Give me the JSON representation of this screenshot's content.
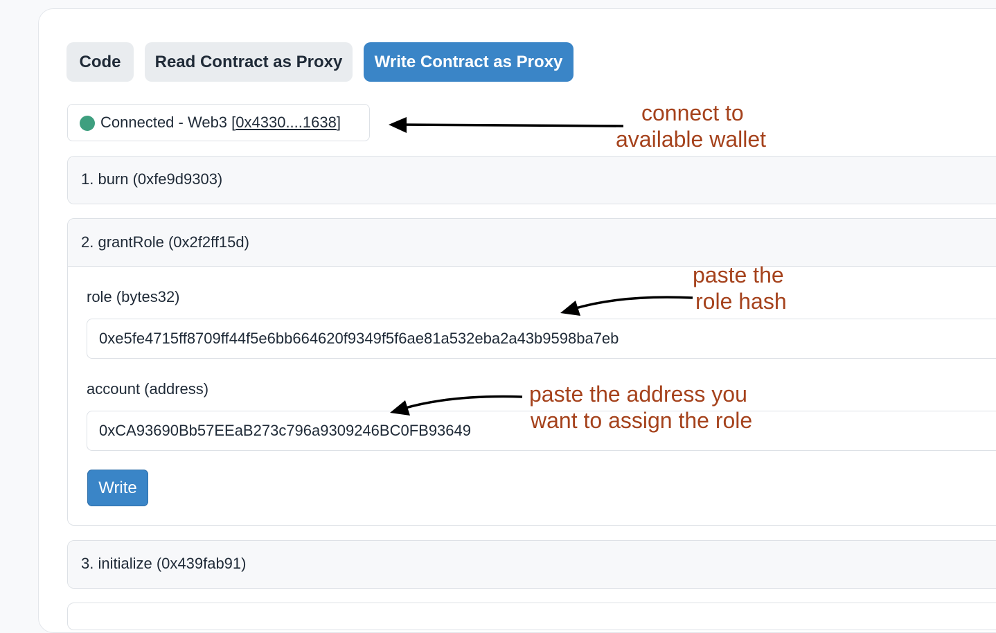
{
  "tabs": [
    {
      "label": "Code",
      "active": false
    },
    {
      "label": "Read Contract as Proxy",
      "active": false
    },
    {
      "label": "Write Contract as Proxy",
      "active": true
    }
  ],
  "connection": {
    "prefix": "Connected - Web3 [",
    "address": "0x4330....1638",
    "suffix": "]",
    "status_color": "#3e9f7f"
  },
  "functions": [
    {
      "label": "1. burn (0xfe9d9303)"
    },
    {
      "label": "2. grantRole (0x2f2ff15d)"
    },
    {
      "label": "3. initialize (0x439fab91)"
    }
  ],
  "grant_role": {
    "role_label": "role (bytes32)",
    "role_value": "0xe5fe4715ff8709ff44f5e6bb664620f9349f5f6ae81a532eba2a43b9598ba7eb",
    "account_label": "account (address)",
    "account_value": "0xCA93690Bb57EEaB273c796a9309246BC0FB93649",
    "write_label": "Write"
  },
  "annotations": {
    "connect_line1": "connect to",
    "connect_line2": "available wallet",
    "role_line1": "paste the",
    "role_line2": "role hash",
    "address_line1": "paste the address you",
    "address_line2": "want to assign the role",
    "color": "#a5421c"
  },
  "colors": {
    "accent": "#3a85c7",
    "tab_inactive": "#e9ecef"
  }
}
